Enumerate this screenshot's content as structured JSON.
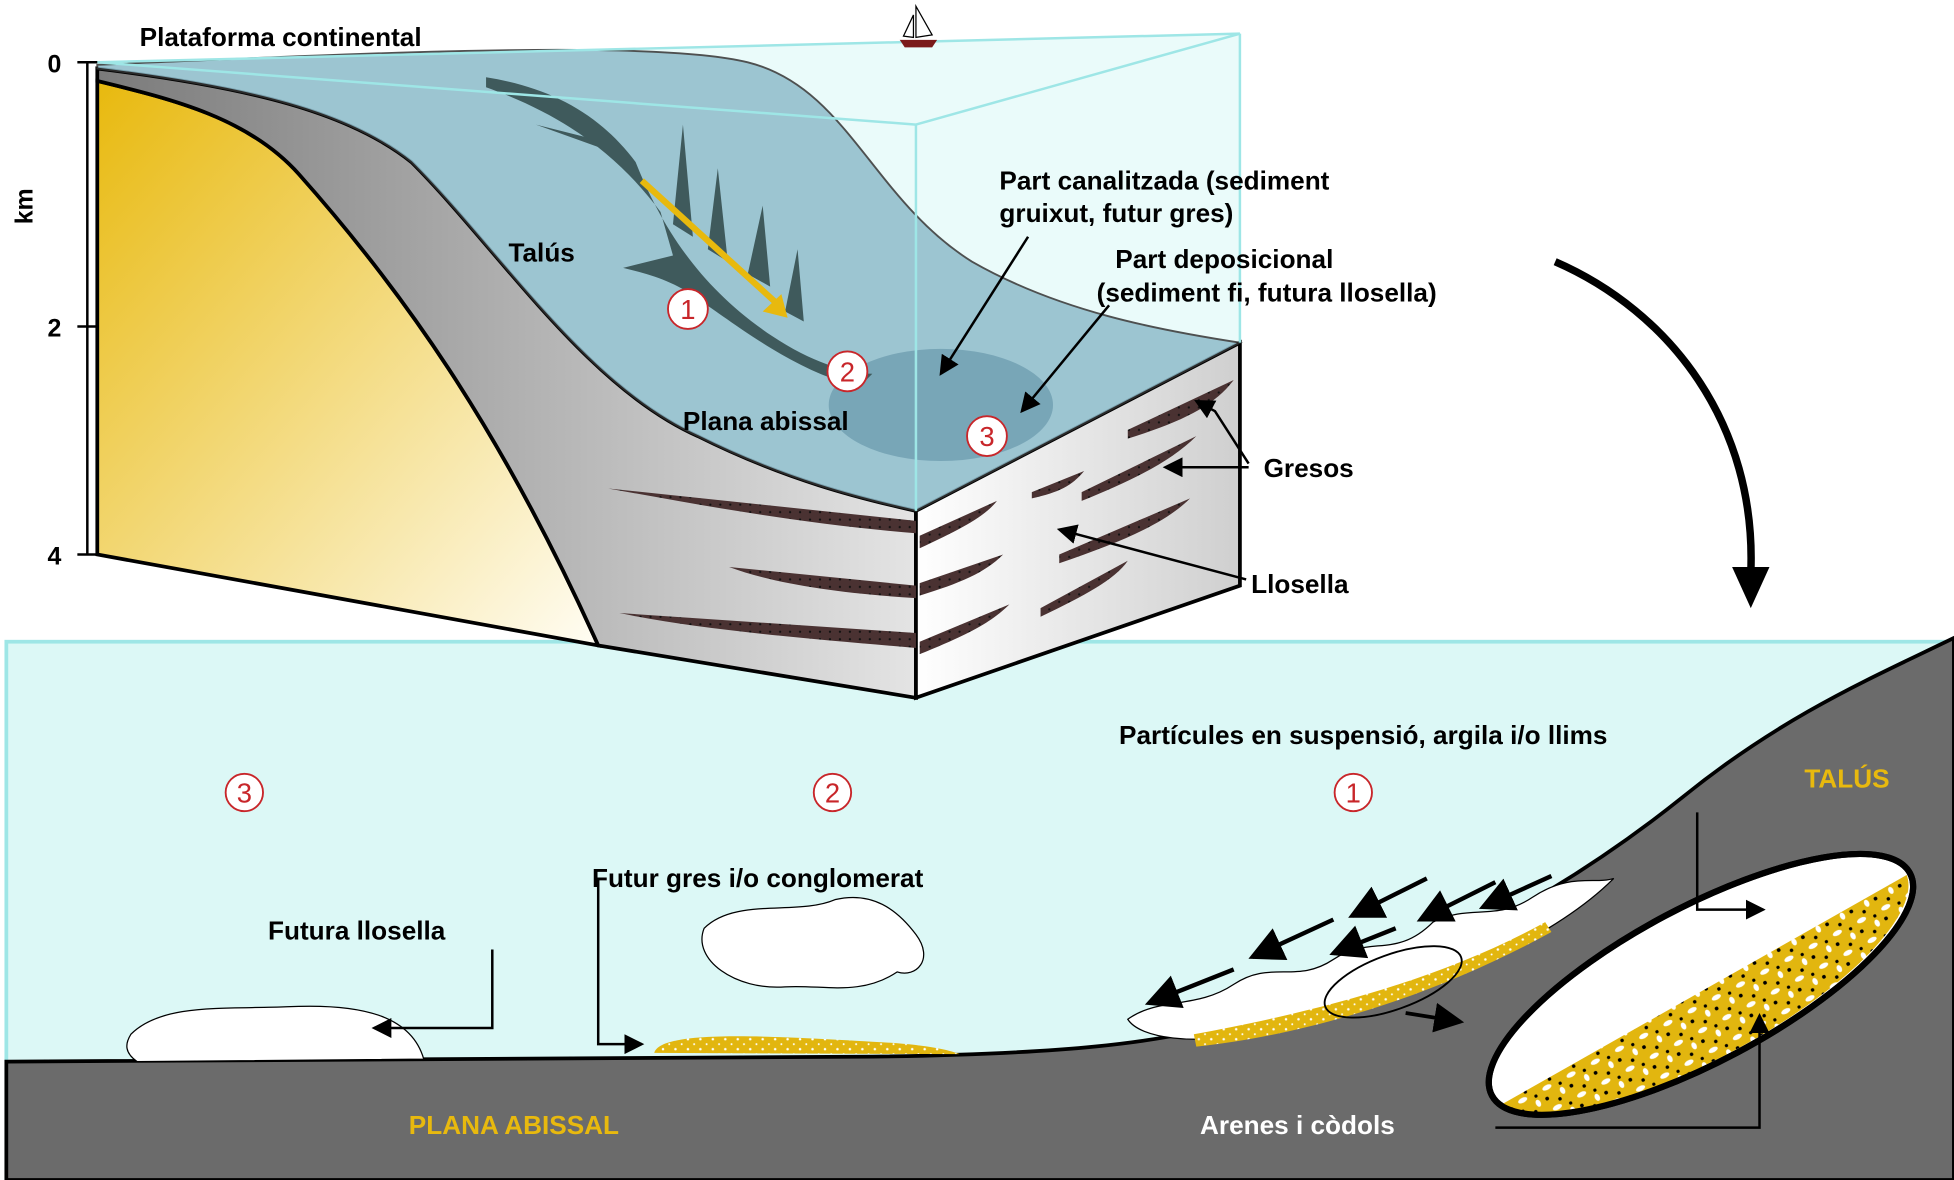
{
  "title_shelf": "Plataforma continental",
  "axis": {
    "unit": "km",
    "ticks": [
      "0",
      "2",
      "4"
    ]
  },
  "block": {
    "slope": "Talús",
    "abyssal_plain": "Plana abissal",
    "channel_part": [
      "Part canalitzada (sediment",
      "gruixut, futur gres)"
    ],
    "depositional_part": [
      "Part deposicional",
      "(sediment fi, futura llosella)"
    ],
    "sandstones": "Gresos",
    "shale": "Llosella",
    "markers": [
      "1",
      "2",
      "3"
    ]
  },
  "section": {
    "suspended": "Partícules en suspensió, argila i/o llims",
    "slope": "TALÚS",
    "future_sandstone": "Futur gres i/o conglomerat",
    "future_shale": "Futura llosella",
    "abyssal_plain": "PLANA ABISSAL",
    "sands": "Arenes i còdols",
    "markers": [
      "3",
      "2",
      "1"
    ]
  },
  "colors": {
    "water": "#dcf8f6",
    "sea": "#8fbccb",
    "ground": "#6b6b6b",
    "sand": "#e2b60f",
    "marker": "#c8262a"
  }
}
